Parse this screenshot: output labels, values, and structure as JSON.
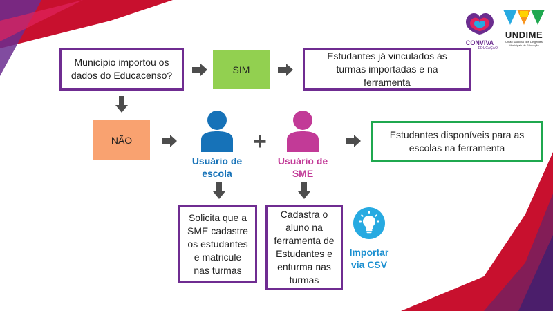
{
  "logos": {
    "conviva_name": "CONVIVA",
    "conviva_sub": "EDUCAÇÃO",
    "undime_name": "UNDIME",
    "undime_sub": "União Nacional dos Dirigentes Municipais de Educação"
  },
  "flow": {
    "question": "Município importou os dados do Educacenso?",
    "yes": "SIM",
    "yes_result": "Estudantes já vinculados às turmas importadas e na ferramenta",
    "no": "NÃO",
    "plus": "+",
    "school_user": "Usuário de escola",
    "sme_user": "Usuário de SME",
    "final_result": "Estudantes disponíveis para as escolas na ferramenta",
    "school_action": "Solicita que a SME cadastre os estudantes e matricule nas turmas",
    "sme_action": "Cadastra o aluno na ferramenta de Estudantes e enturma nas turmas",
    "import_label": "Importar via CSV"
  },
  "colors": {
    "purple": "#6f2c91",
    "green_box": "#92d050",
    "orange_box": "#f9a270",
    "green_border": "#1fa84f",
    "blue_user": "#1672b8",
    "pink_user": "#c23a97",
    "arrow": "#4d4d4d",
    "bulb_blue": "#27aae1"
  }
}
